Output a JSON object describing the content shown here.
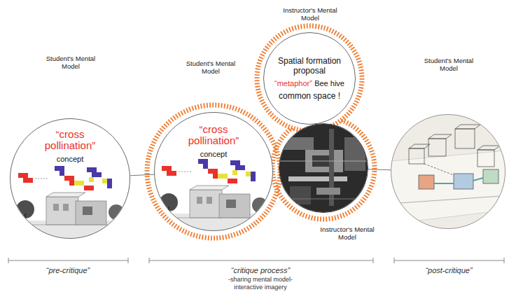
{
  "diagram": {
    "nodes": [
      {
        "text": [
          "Student's Mental Model",
          "“cross pollination”",
          "concept"
        ]
      },
      {
        "text": [
          "Student's Mental Model",
          "“cross pollination”",
          "concept"
        ]
      },
      {
        "text": [
          "Instructor's Mental Model",
          "Spatial formation proposal",
          "“metaphor”",
          "Bee hive",
          "common space !"
        ]
      },
      {
        "text": [
          "Instructor's Mental Model"
        ]
      },
      {
        "text": [
          "Student's Mental Model"
        ]
      }
    ],
    "edges": [
      {
        "from": 0,
        "to": 1,
        "arrow": "none"
      },
      {
        "from": 3,
        "to": 4,
        "arrow": "none"
      }
    ],
    "labels": [
      "“pre-critique”",
      "“critique process”",
      "-sharing mental model-",
      "interactive imagery",
      "“post-critique”"
    ]
  }
}
